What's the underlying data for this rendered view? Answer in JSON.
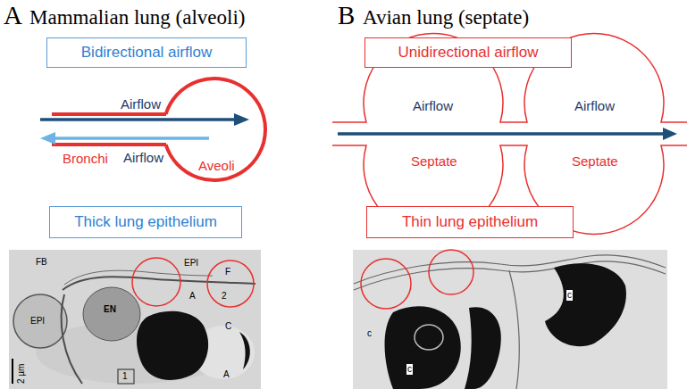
{
  "diagram": {
    "nodes": [
      {
        "text": [
          "Bidirectional airflow"
        ]
      },
      {
        "text": [
          "Thick lung epithelium"
        ]
      },
      {
        "text": [
          "Unidirectional airflow"
        ]
      },
      {
        "text": [
          "Thin lung epithelium"
        ]
      }
    ],
    "labels": [
      "A",
      "Mammalian lung (alveoli)",
      "B",
      "Avian lung (septate)",
      "Airflow",
      "Airflow",
      "Bronchi",
      "Aveoli",
      "Airflow",
      "Airflow",
      "Septate",
      "Septate",
      "FB",
      "EPI",
      "EN",
      "EPI",
      "A",
      "F",
      "2",
      "C",
      "1",
      "A",
      "2 µm",
      "c",
      "c",
      "c"
    ]
  }
}
